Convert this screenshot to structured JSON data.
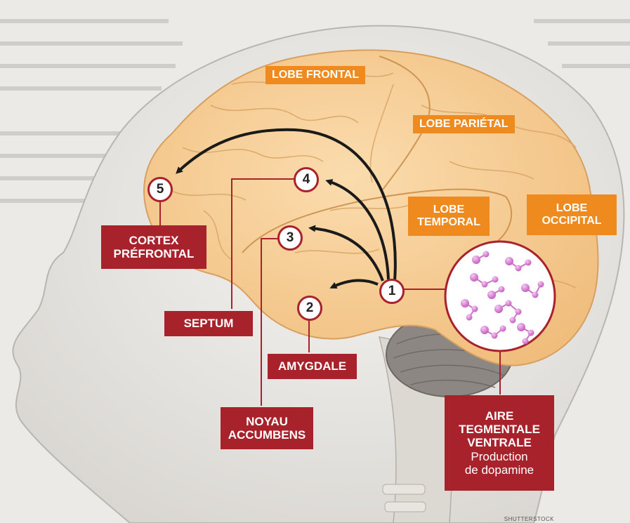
{
  "lobes": {
    "frontal": "LOBE FRONTAL",
    "parietal": "LOBE PARIÉTAL",
    "temporal_line1": "LOBE",
    "temporal_line2": "TEMPORAL",
    "occipital_line1": "LOBE",
    "occipital_line2": "OCCIPITAL"
  },
  "markers": {
    "m1": "1",
    "m2": "2",
    "m3": "3",
    "m4": "4",
    "m5": "5"
  },
  "regions": {
    "cortex_line1": "CORTEX",
    "cortex_line2": "PRÉFRONTAL",
    "septum": "SEPTUM",
    "amygdale": "AMYGDALE",
    "noyau_line1": "NOYAU",
    "noyau_line2": "ACCUMBENS",
    "aire_line1": "AIRE",
    "aire_line2": "TEGMENTALE",
    "aire_line3": "VENTRALE",
    "aire_line4": "Production",
    "aire_line5": "de dopamine"
  },
  "credit": "SHUTTERSTOCK",
  "colors": {
    "lobe_label": "#ee8a1e",
    "region_label": "#a8222b",
    "brain": "#f6cf97",
    "molecule": "#cf6fcb"
  }
}
